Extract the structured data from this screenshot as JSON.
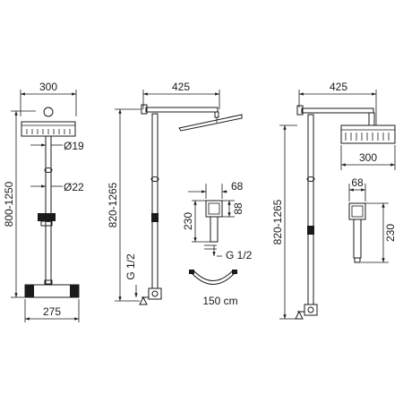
{
  "colors": {
    "line": "#1a1a1a",
    "background": "#ffffff"
  },
  "view1": {
    "head_width": "300",
    "diameter_top": "Ø19",
    "diameter_bottom": "Ø22",
    "height_range": "800-1250",
    "base_width": "275"
  },
  "view2": {
    "arm_length": "425",
    "height_range": "820-1265",
    "thread_size": "G 1/2"
  },
  "hand_shower": {
    "width": "68",
    "length": "230",
    "depth": "88",
    "thread_size": "G 1/2"
  },
  "hose": {
    "length": "150 cm"
  },
  "view3": {
    "arm_length": "425",
    "head_width": "300",
    "height_range": "820-1265",
    "hand_width": "68",
    "hand_length": "230"
  }
}
